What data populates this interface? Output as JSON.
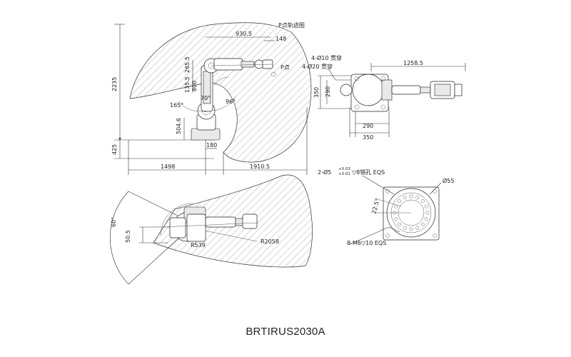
{
  "caption": "BRTIRUS2030A",
  "side_view": {
    "label_trajectory": "P点轨迹图",
    "label_p": "P点",
    "dims": {
      "d930": "930.5",
      "d148": "148",
      "d2235": "2235",
      "d265": "265.5",
      "d135": "135.5",
      "d800": "800",
      "d504": "504.6",
      "d425": "425",
      "d180": "180",
      "d1498": "1498",
      "d1910": "1910.5",
      "a165": "165°",
      "a70": "70°",
      "a96": "96°"
    }
  },
  "top_view": {
    "dims": {
      "a60": "60°",
      "d50": "50.5",
      "r539": "R539",
      "r2058": "R2058"
    }
  },
  "base_view": {
    "note_holes_10": "4-Ø10 贯穿",
    "note_holes_20": "4-Ø20 贯穿",
    "dims": {
      "d1258": "1258.5",
      "d350v": "350",
      "d290v": "290",
      "d290h": "290",
      "d350h": "350"
    }
  },
  "flange_view": {
    "pin_note_prefix": "2-Ø5",
    "pin_tol_upper": "+0.03",
    "pin_tol_lower": "+0.01",
    "pin_note_suffix": "▽8销孔 EQS",
    "d55": "Ø55",
    "a22": "22.5°",
    "thread_note": "8-M6▽10 EQS"
  }
}
